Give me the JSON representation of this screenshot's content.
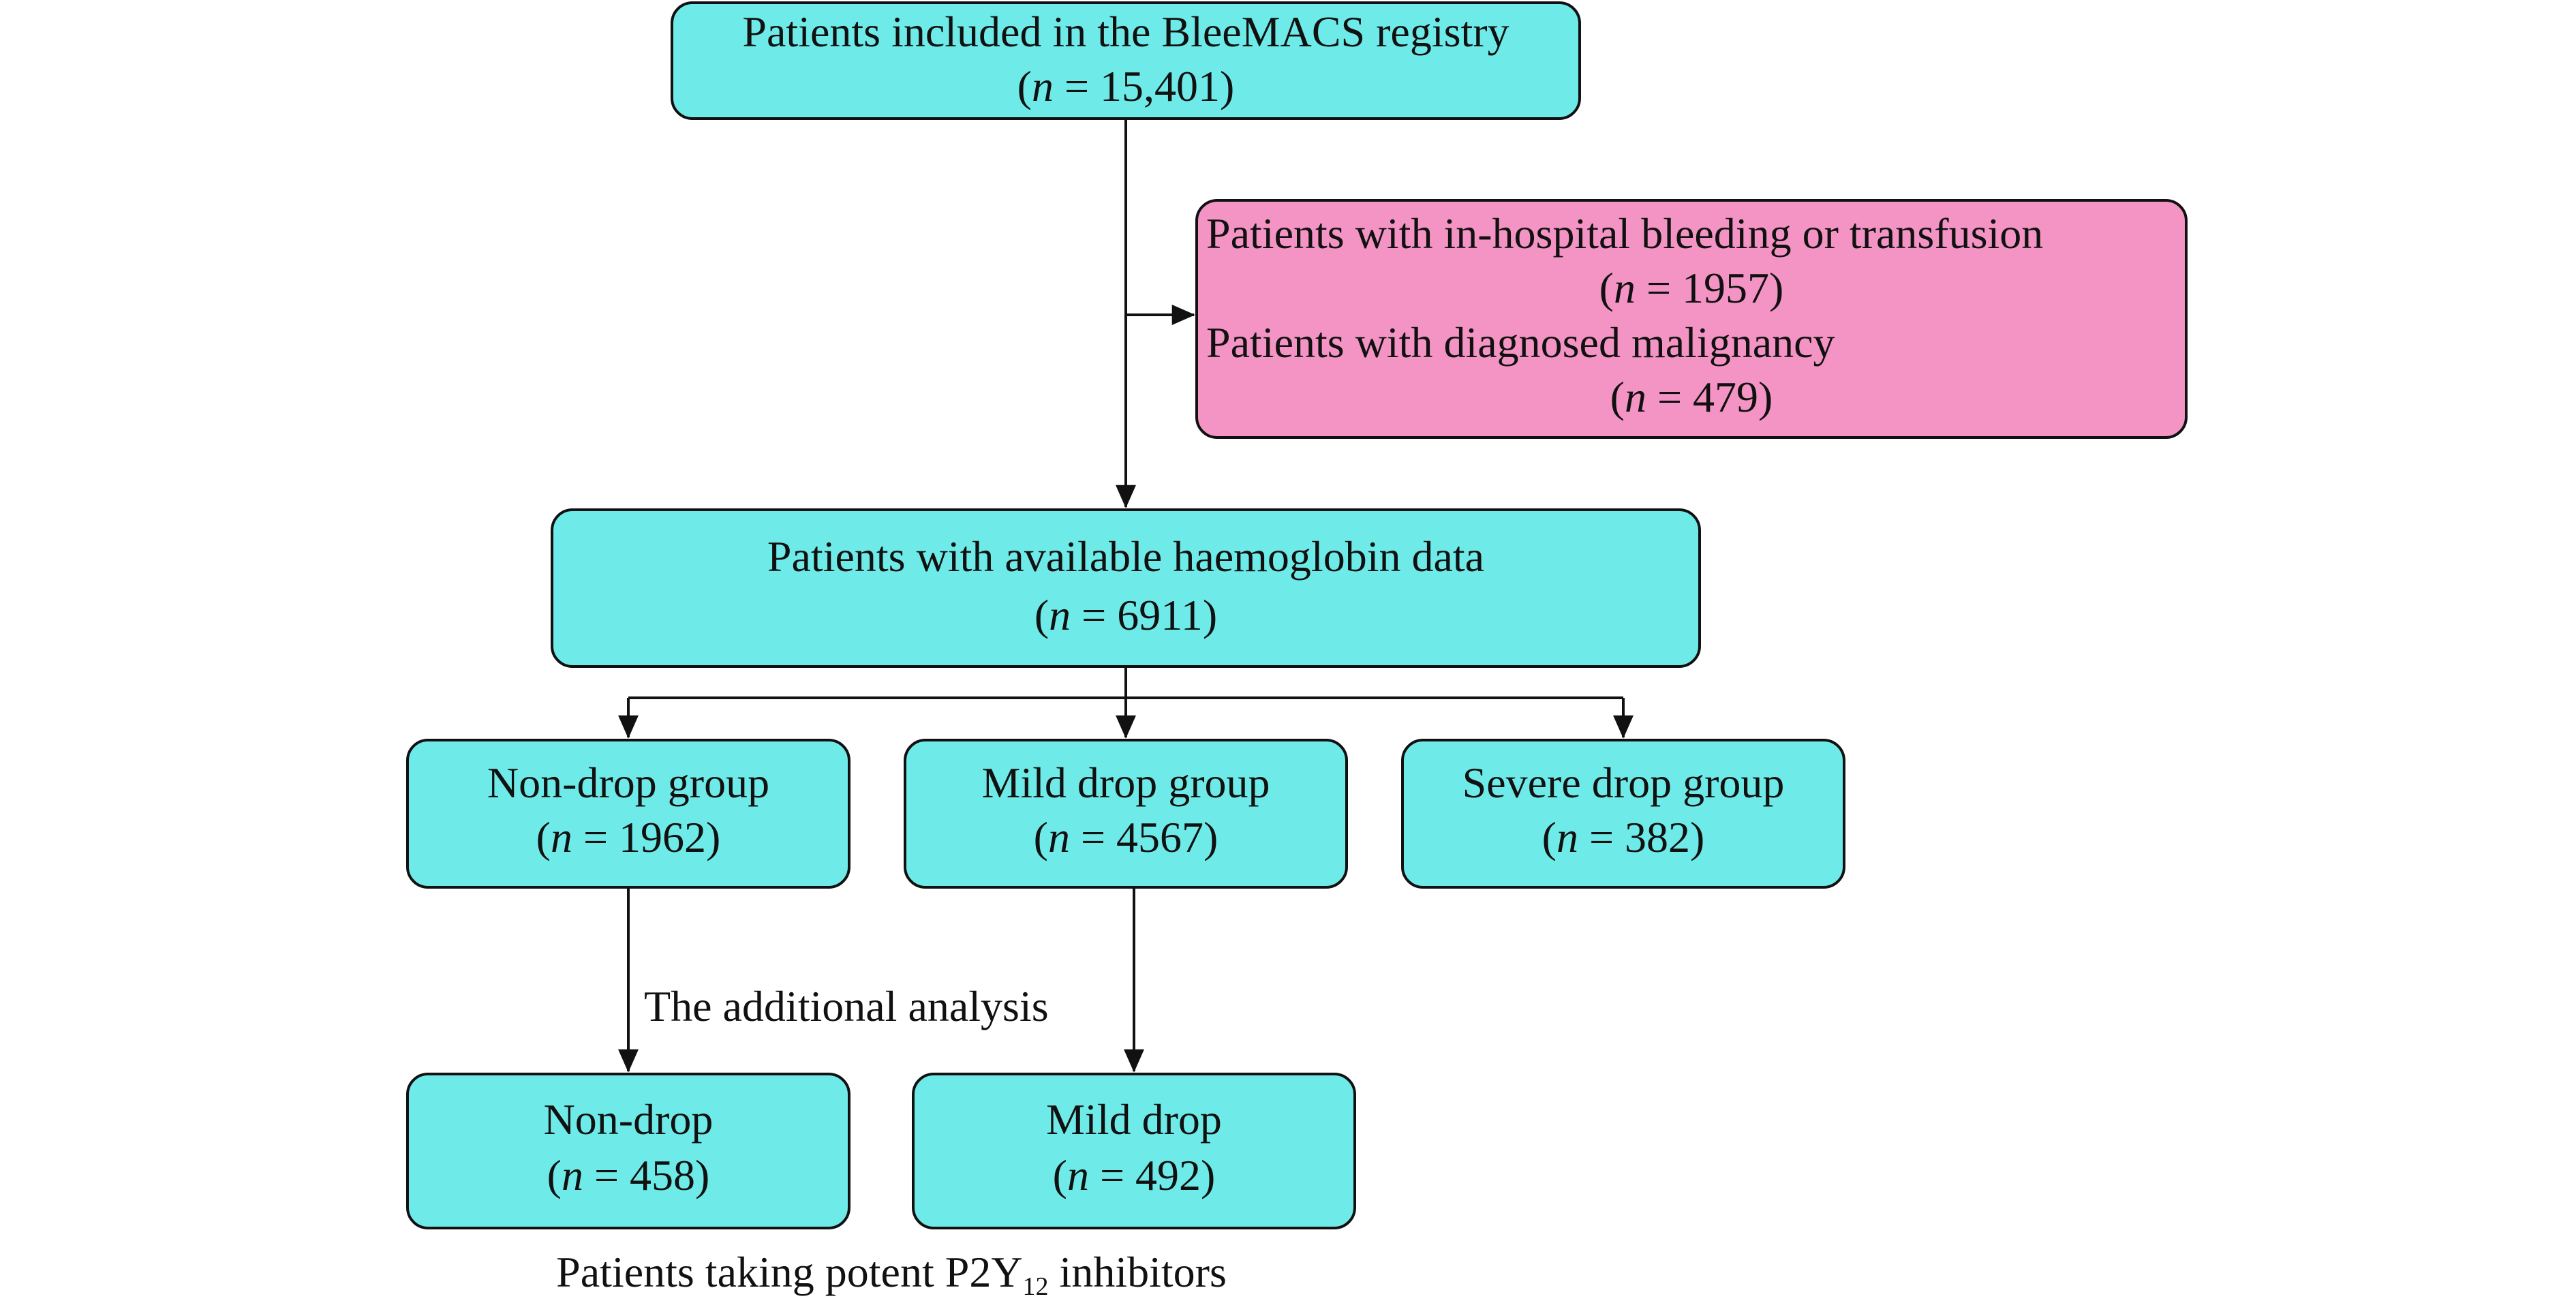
{
  "colors": {
    "box_fill": "#6EEBE8",
    "exclusion_fill": "#F494C4",
    "stroke": "#111111"
  },
  "nodes": {
    "registry": {
      "label": "Patients included in the BleeMACS registry",
      "n_italic": "n",
      "n_value": " = 15,401)"
    },
    "excluded": {
      "line1": "Patients with in-hospital bleeding or transfusion",
      "n1_italic": "n",
      "n1_value": " = 1957)",
      "line2": "Patients with diagnosed malignancy",
      "n2_italic": "n",
      "n2_value": " = 479)"
    },
    "hb_data": {
      "label": "Patients with available haemoglobin data",
      "n_italic": "n",
      "n_value": " = 6911)"
    },
    "non_drop_group": {
      "label": "Non-drop group",
      "n_italic": "n",
      "n_value": " = 1962)"
    },
    "mild_drop_group": {
      "label": "Mild drop group",
      "n_italic": "n",
      "n_value": " = 4567)"
    },
    "severe_drop_group": {
      "label": "Severe drop group",
      "n_italic": "n",
      "n_value": " = 382)"
    },
    "non_drop": {
      "label": "Non-drop",
      "n_italic": "n",
      "n_value": " = 458)"
    },
    "mild_drop": {
      "label": "Mild drop",
      "n_italic": "n",
      "n_value": " = 492)"
    }
  },
  "annotations": {
    "additional_analysis": "The additional analysis",
    "p2y12_prefix": "Patients taking potent P2Y",
    "p2y12_subscript": "12",
    "p2y12_suffix": " inhibitors"
  }
}
